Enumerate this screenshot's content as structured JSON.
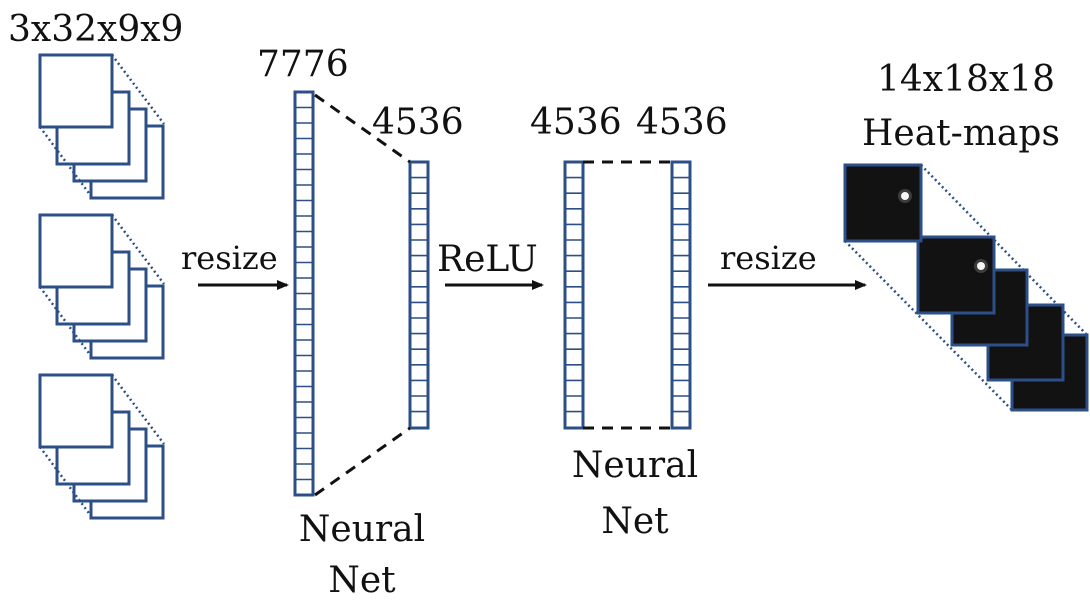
{
  "input": {
    "label": "3x32x9x9"
  },
  "fc1": {
    "input_size": "7776",
    "output_size": "4536",
    "caption_line1": "Neural",
    "caption_line2": "Net"
  },
  "fc2": {
    "input_size": "4536",
    "output_size": "4536",
    "caption_line1": "Neural",
    "caption_line2": "Net"
  },
  "arrows": {
    "resize_in": "resize",
    "relu": "ReLU",
    "resize_out": "resize"
  },
  "output": {
    "size_label": "14x18x18",
    "name_label": "Heat-maps"
  },
  "colors": {
    "block_stroke": "#2b4f86",
    "dashed": "#111111",
    "heatmap_bg": "#121212"
  }
}
